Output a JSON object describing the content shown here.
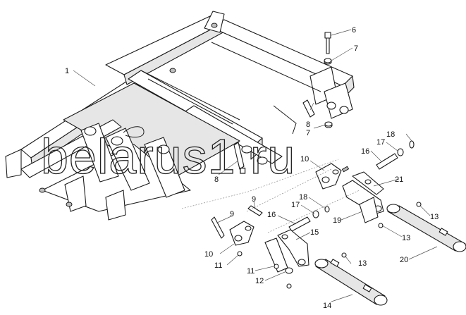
{
  "watermark": "belarus1.ru",
  "callouts": [
    {
      "id": "c1",
      "text": "1"
    },
    {
      "id": "c6",
      "text": "6"
    },
    {
      "id": "c7a",
      "text": "7"
    },
    {
      "id": "c8a",
      "text": "8"
    },
    {
      "id": "c7b",
      "text": "7"
    },
    {
      "id": "c8b",
      "text": "8"
    },
    {
      "id": "c18a",
      "text": "18"
    },
    {
      "id": "c17a",
      "text": "17"
    },
    {
      "id": "c16a",
      "text": "16"
    },
    {
      "id": "c10a",
      "text": "10"
    },
    {
      "id": "c21",
      "text": "21"
    },
    {
      "id": "c9a",
      "text": "9"
    },
    {
      "id": "c18b",
      "text": "18"
    },
    {
      "id": "c17b",
      "text": "17"
    },
    {
      "id": "c16b",
      "text": "16"
    },
    {
      "id": "c9b",
      "text": "9"
    },
    {
      "id": "c19",
      "text": "19"
    },
    {
      "id": "c13a",
      "text": "13"
    },
    {
      "id": "c15",
      "text": "15"
    },
    {
      "id": "c13b",
      "text": "13"
    },
    {
      "id": "c10b",
      "text": "10"
    },
    {
      "id": "c11a",
      "text": "11"
    },
    {
      "id": "c20",
      "text": "20"
    },
    {
      "id": "c11b",
      "text": "11"
    },
    {
      "id": "c13c",
      "text": "13"
    },
    {
      "id": "c12",
      "text": "12"
    },
    {
      "id": "c14",
      "text": "14"
    }
  ]
}
